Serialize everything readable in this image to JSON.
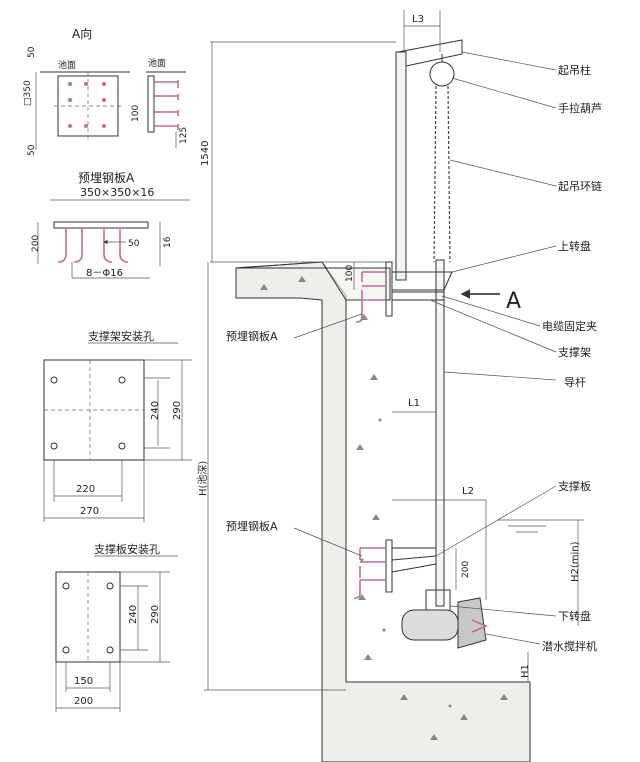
{
  "top_view": {
    "title": "A向",
    "pool_surface_left": "池面",
    "pool_surface_right": "池面",
    "dim_50_top": "50",
    "dim_350": "□350",
    "dim_50_bottom": "50",
    "dim_100": "100",
    "dim_125": "125"
  },
  "plate_section": {
    "title": "预埋钢板A",
    "spec": "350×350×16",
    "dim_200": "200",
    "dim_50": "50",
    "dim_16": "16",
    "rebar": "8－Φ16"
  },
  "frame_holes": {
    "title": "支撑架安装孔",
    "dim_240": "240",
    "dim_290": "290",
    "dim_220": "220",
    "dim_270": "270"
  },
  "plate_holes": {
    "title": "支撑板安装孔",
    "dim_240": "240",
    "dim_290": "290",
    "dim_150": "150",
    "dim_200": "200"
  },
  "main_view": {
    "dim_l3": "L3",
    "dim_1540": "1540",
    "dim_100": "100",
    "dim_l1": "L1",
    "dim_l2": "L2",
    "dim_depth": "H(池深)",
    "dim_200": "200",
    "dim_h2": "H2(min)",
    "dim_h1": "H1",
    "view_arrow": "A",
    "embedded_upper": "预埋钢板A",
    "embedded_lower": "预埋钢板A"
  },
  "callouts": {
    "lifting_column": "起吊柱",
    "hand_hoist": "手拉葫芦",
    "lifting_chain": "起吊环链",
    "upper_turntable": "上转盘",
    "cable_clamp": "电缆固定夹",
    "support_frame": "支撑架",
    "guide_rod": "导杆",
    "support_plate": "支撑板",
    "lower_turntable": "下转盘",
    "submersible_mixer": "潜水搅拌机"
  }
}
